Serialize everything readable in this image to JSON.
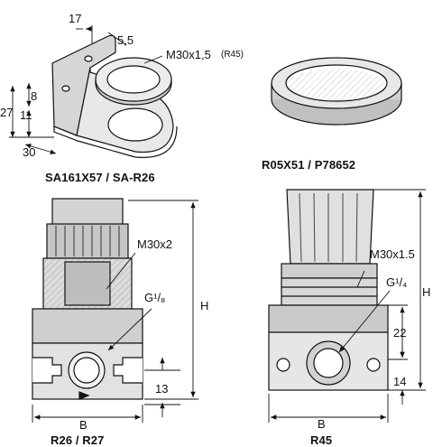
{
  "bracket": {
    "dim_17": "17",
    "dim_5_5": "5,5",
    "thread": "M30x1,5",
    "thread_ref": "(R45)",
    "dim_8": "8",
    "dim_27": "27",
    "dim_11": "11",
    "dim_30": "30",
    "caption": "SA161X57 / SA-R26"
  },
  "nut": {
    "caption": "R05X51 / P78652"
  },
  "reg_r26": {
    "thread": "M30x2",
    "port": "G¹/₈",
    "dim_h": "H",
    "dim_13": "13",
    "dim_b": "B",
    "caption": "R26 / R27"
  },
  "reg_r45": {
    "thread": "M30x1.5",
    "port": "G¹/₄",
    "dim_h": "H",
    "dim_22": "22",
    "dim_14": "14",
    "dim_b": "B",
    "caption": "R45"
  },
  "colors": {
    "line": "#111111",
    "fill_light": "#e6e6e6",
    "fill_mid": "#c8c8c8",
    "fill_dark": "#9a9a9a"
  }
}
